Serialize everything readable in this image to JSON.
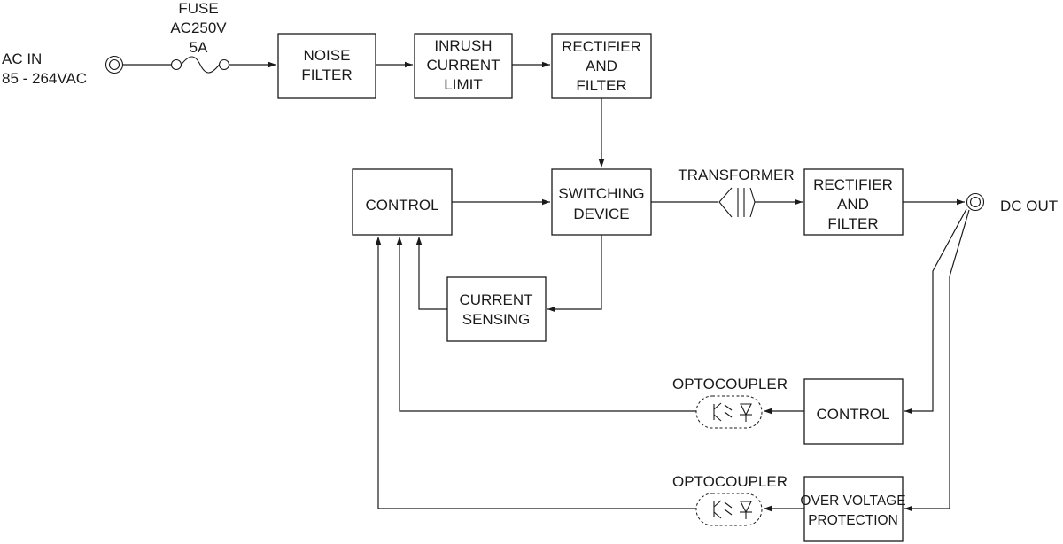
{
  "input": {
    "label_line1": "AC IN",
    "label_line2": "85 - 264VAC"
  },
  "fuse": {
    "label_line1": "FUSE",
    "label_line2": "AC250V",
    "label_line3": "5A"
  },
  "blocks": {
    "noise_filter": [
      "NOISE",
      "FILTER"
    ],
    "inrush_limit": [
      "INRUSH",
      "CURRENT",
      "LIMIT"
    ],
    "primary_rectifier": [
      "RECTIFIER",
      "AND",
      "FILTER"
    ],
    "switching_device": [
      "SWITCHING",
      "DEVICE"
    ],
    "primary_control": [
      "CONTROL"
    ],
    "current_sensing": [
      "CURRENT",
      "SENSING"
    ],
    "secondary_rectifier": [
      "RECTIFIER",
      "AND",
      "FILTER"
    ],
    "secondary_control": [
      "CONTROL"
    ],
    "ovp": [
      "OVER VOLTAGE",
      "PROTECTION"
    ]
  },
  "transformer": {
    "label": "TRANSFORMER"
  },
  "optocoupler_feedback": {
    "label": "OPTOCOUPLER"
  },
  "optocoupler_ovp": {
    "label": "OPTOCOUPLER"
  },
  "output": {
    "label": "DC OUT"
  }
}
